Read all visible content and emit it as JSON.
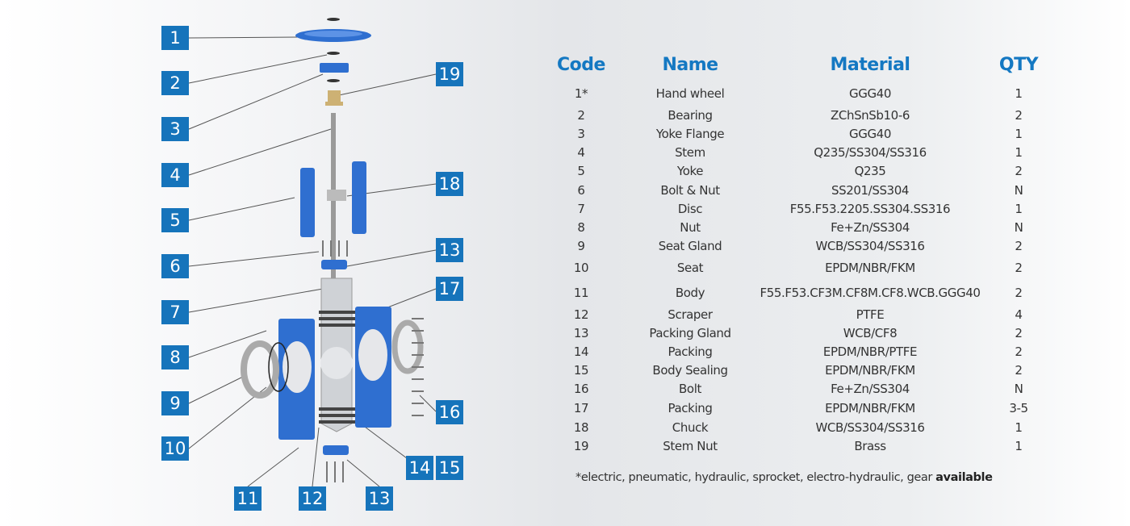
{
  "colors": {
    "accent": "#1674bb",
    "header_text": "#1478c2",
    "part_blue": "#2f6fd0"
  },
  "callouts": [
    "1",
    "2",
    "3",
    "4",
    "5",
    "6",
    "7",
    "8",
    "9",
    "10",
    "11",
    "12",
    "13",
    "13",
    "14",
    "15",
    "16",
    "17",
    "18",
    "19"
  ],
  "table": {
    "headers": {
      "code": "Code",
      "name": "Name",
      "material": "Material",
      "qty": "QTY"
    },
    "rows": [
      {
        "code": "1*",
        "name": "Hand wheel",
        "material": "GGG40",
        "qty": "1"
      },
      {
        "code": "2",
        "name": "Bearing",
        "material": "ZChSnSb10-6",
        "qty": "2"
      },
      {
        "code": "3",
        "name": "Yoke Flange",
        "material": "GGG40",
        "qty": "1"
      },
      {
        "code": "4",
        "name": "Stem",
        "material": "Q235/SS304/SS316",
        "qty": "1"
      },
      {
        "code": "5",
        "name": "Yoke",
        "material": "Q235",
        "qty": "2"
      },
      {
        "code": "6",
        "name": "Bolt & Nut",
        "material": "SS201/SS304",
        "qty": "N"
      },
      {
        "code": "7",
        "name": "Disc",
        "material": "F55.F53.2205.SS304.SS316",
        "qty": "1"
      },
      {
        "code": "8",
        "name": "Nut",
        "material": "Fe+Zn/SS304",
        "qty": "N"
      },
      {
        "code": "9",
        "name": "Seat Gland",
        "material": "WCB/SS304/SS316",
        "qty": "2"
      },
      {
        "code": "10",
        "name": "Seat",
        "material": "EPDM/NBR/FKM",
        "qty": "2"
      },
      {
        "code": "11",
        "name": "Body",
        "material": "F55.F53.CF3M.CF8M.CF8.WCB.GGG40",
        "qty": "2"
      },
      {
        "code": "12",
        "name": "Scraper",
        "material": "PTFE",
        "qty": "4"
      },
      {
        "code": "13",
        "name": "Packing Gland",
        "material": "WCB/CF8",
        "qty": "2"
      },
      {
        "code": "14",
        "name": "Packing",
        "material": "EPDM/NBR/PTFE",
        "qty": "2"
      },
      {
        "code": "15",
        "name": "Body Sealing",
        "material": "EPDM/NBR/FKM",
        "qty": "2"
      },
      {
        "code": "16",
        "name": "Bolt",
        "material": "Fe+Zn/SS304",
        "qty": "N"
      },
      {
        "code": "17",
        "name": "Packing",
        "material": "EPDM/NBR/FKM",
        "qty": "3-5"
      },
      {
        "code": "18",
        "name": "Chuck",
        "material": "WCB/SS304/SS316",
        "qty": "1"
      },
      {
        "code": "19",
        "name": "Stem Nut",
        "material": "Brass",
        "qty": "1"
      }
    ]
  },
  "footnote": {
    "text": "*electric, pneumatic, hydraulic, sprocket, electro-hydraulic, gear ",
    "bold": "available"
  }
}
